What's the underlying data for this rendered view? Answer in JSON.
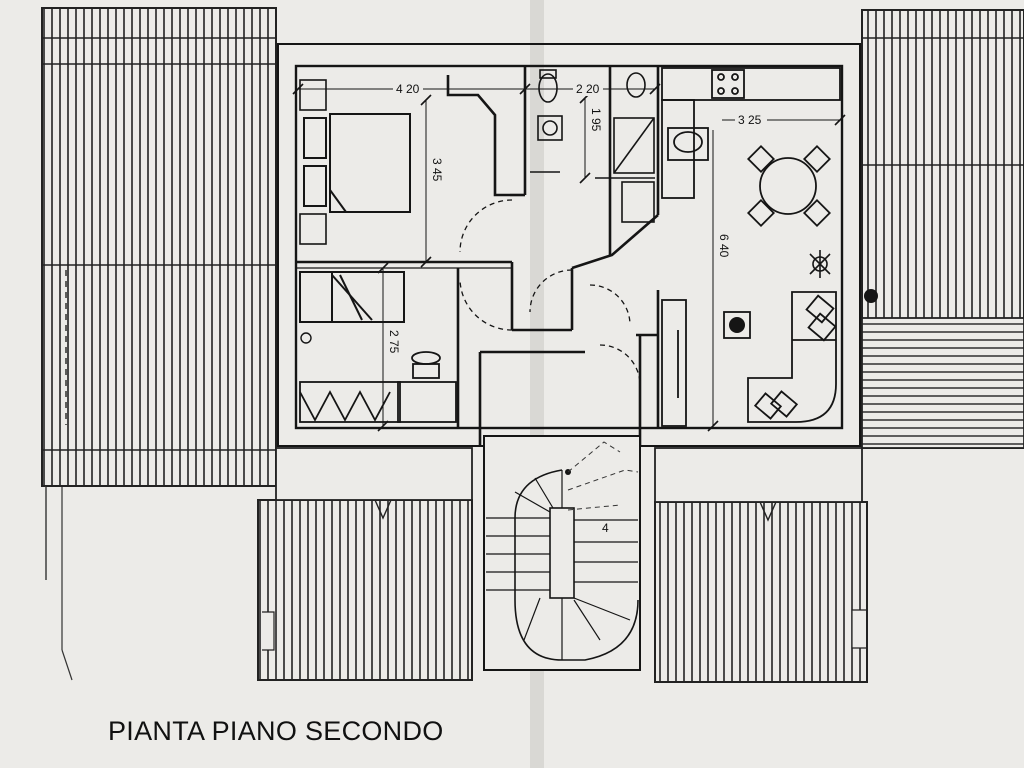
{
  "plan": {
    "title": "PIANTA PIANO SECONDO",
    "stair_number": "4",
    "dimensions": {
      "bedroom_width": "4 20",
      "bedroom_depth": "3 45",
      "bath_width": "2 20",
      "bath_depth": "1 95",
      "kitchen_width": "3 25",
      "living_depth": "6 40",
      "small_room_depth": "2 75"
    }
  },
  "colors": {
    "ink": "#151515",
    "paper": "#ecebe8",
    "scan_shade": "#d6d5d1"
  }
}
